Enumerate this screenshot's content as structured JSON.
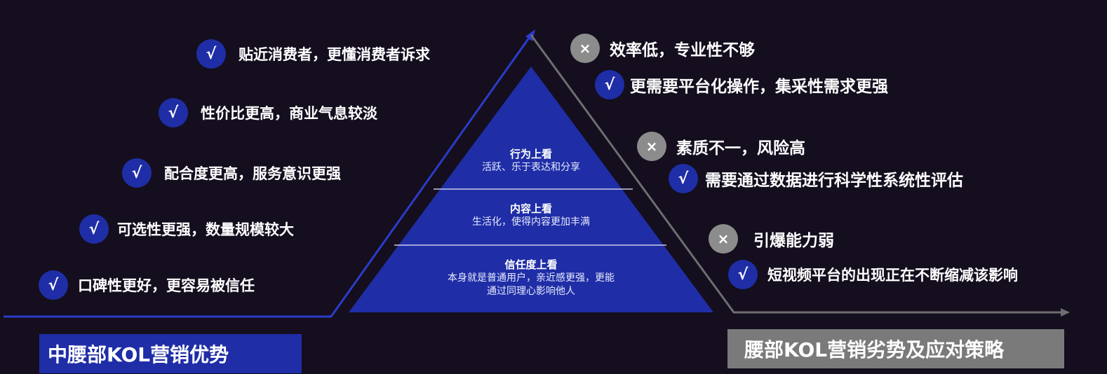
{
  "advantages": [
    {
      "icon": "check-icon",
      "symbol": "√",
      "text": "贴近消费者，更懂消费者诉求"
    },
    {
      "icon": "check-icon",
      "symbol": "√",
      "text": "性价比更高，商业气息较淡"
    },
    {
      "icon": "check-icon",
      "symbol": "√",
      "text": "配合度更高，服务意识更强"
    },
    {
      "icon": "check-icon",
      "symbol": "√",
      "text": "可选性更强，数量规模较大"
    },
    {
      "icon": "check-icon",
      "symbol": "√",
      "text": "口碑性更好，更容易被信任"
    }
  ],
  "pyramid": {
    "levels": [
      {
        "title": "行为上看",
        "desc": "活跃、乐于表达和分享"
      },
      {
        "title": "内容上看",
        "desc": "生活化，使得内容更加丰满"
      },
      {
        "title": "信任度上看",
        "desc": "本身就是普通用户，亲近感更强，更能",
        "desc2": "通过同理心影响他人"
      }
    ]
  },
  "disadvantages": [
    {
      "weakness": {
        "icon": "cross-icon",
        "symbol": "×",
        "text": "效率低，专业性不够"
      },
      "strategy": {
        "icon": "check-icon",
        "symbol": "√",
        "text": "更需要平台化操作，集采性需求更强"
      }
    },
    {
      "weakness": {
        "icon": "cross-icon",
        "symbol": "×",
        "text": "素质不一，风险高"
      },
      "strategy": {
        "icon": "check-icon",
        "symbol": "√",
        "text": "需要通过数据进行科学性系统性评估"
      }
    },
    {
      "weakness": {
        "icon": "cross-icon",
        "symbol": "×",
        "text": "引爆能力弱"
      },
      "strategy": {
        "icon": "check-icon",
        "symbol": "√",
        "text": "短视频平台的出现正在不断缩减该影响"
      }
    }
  ],
  "labels": {
    "left": "中腰部KOL营销优势",
    "right": "腰部KOL营销劣势及应对策略"
  },
  "colors": {
    "background": "#140e1e",
    "accent_blue": "#1f2ea6",
    "cross_gray": "#8c8c8c",
    "label_gray": "#7a7a7a"
  }
}
